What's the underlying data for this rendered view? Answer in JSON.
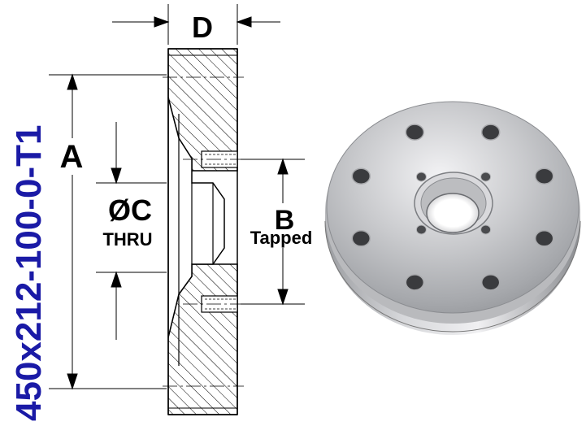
{
  "part_number": "450x212-100-0-T1",
  "dimensions": {
    "d_label": "D",
    "a_label": "A",
    "c_label": "ØC",
    "c_note": "THRU",
    "b_label": "B",
    "b_note": "Tapped"
  },
  "colors": {
    "part_number": "#1a1aa6",
    "labels": "#000000",
    "lines": "#000000",
    "metal_light": "#e8e8ea",
    "metal_dark": "#8e9094"
  },
  "render": {
    "bolt_holes": 8,
    "tapped_holes": 4
  }
}
